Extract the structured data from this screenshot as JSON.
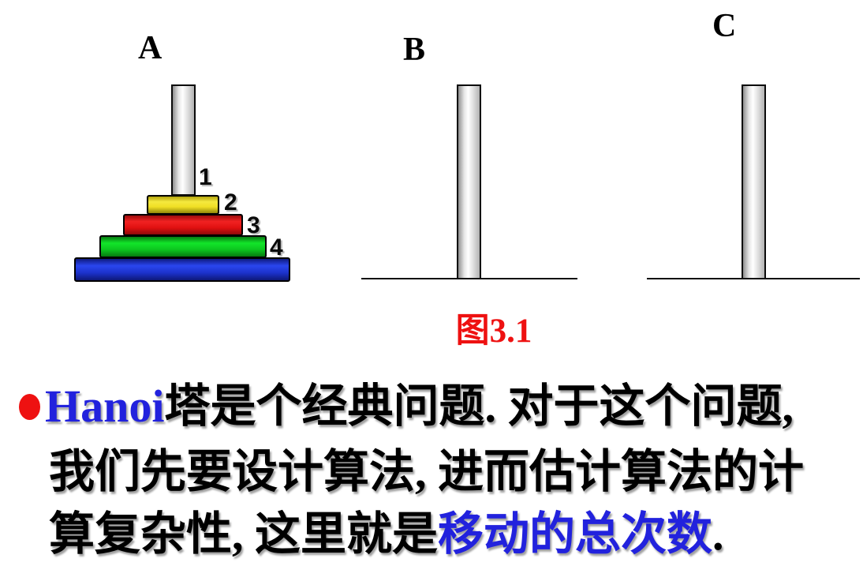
{
  "slide": {
    "figure": {
      "caption": "图3.1",
      "caption_color": "#ee1111",
      "peg_color_light": "#ffffff",
      "peg_color_dark": "#8f8f8f",
      "towers": [
        {
          "label": "A",
          "peg_number_label": "1",
          "disks": [
            {
              "label": "2",
              "color_name": "yellow",
              "color": "#f2e335"
            },
            {
              "label": "3",
              "color_name": "red",
              "color": "#ee1111"
            },
            {
              "label": "4",
              "color_name": "green",
              "color": "#0fc91f"
            },
            {
              "label": "",
              "color_name": "blue",
              "color": "#2038d6"
            }
          ]
        },
        {
          "label": "B",
          "disks": []
        },
        {
          "label": "C",
          "disks": []
        }
      ]
    },
    "paragraph": {
      "bullet_color": "#ee1111",
      "highlight_color": "#2222dd",
      "text_color": "#000000",
      "line1_hanoi": "Hanoi",
      "line1_rest": "塔是个经典问题. 对于这个问题,",
      "line2": "我们先要设计算法, 进而估计算法的计",
      "line3_pre": "算复杂性, 这里就是",
      "line3_highlight": "移动的总次数",
      "line3_end": "."
    }
  }
}
